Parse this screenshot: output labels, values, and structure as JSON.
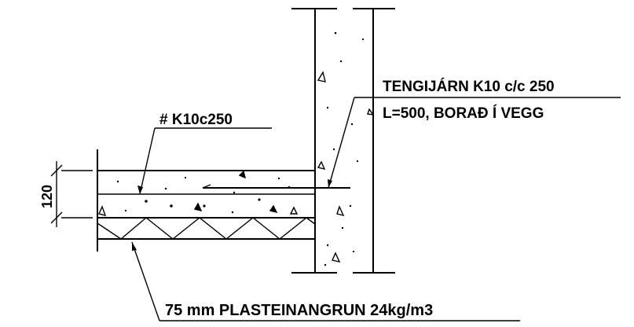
{
  "drawing": {
    "labels": {
      "slab_rebar": "# K10c250",
      "tie_bar_line1": "TENGIJÁRN K10 c/c 250",
      "tie_bar_line2": "L=500, BORAÐ Í VEGG",
      "insulation": "75 mm PLASTEINANGRUN 24kg/m3",
      "slab_thickness": "120"
    },
    "colors": {
      "ink": "#000000",
      "paper": "#ffffff"
    }
  }
}
